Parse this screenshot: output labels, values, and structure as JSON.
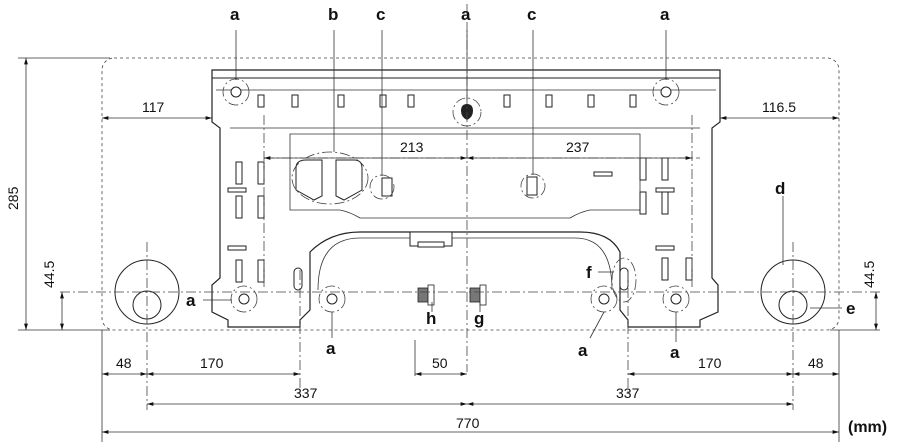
{
  "labels": {
    "a": "a",
    "b": "b",
    "c": "c",
    "d": "d",
    "e": "e",
    "f": "f",
    "g": "g",
    "h": "h"
  },
  "dimensions": {
    "height_total": "285",
    "height_hole_left": "44.5",
    "height_hole_right": "44.5",
    "left_margin": "117",
    "right_margin": "116.5",
    "center_left": "213",
    "center_right": "237",
    "edge_left": "48",
    "edge_right": "48",
    "hole_left": "170",
    "hole_right": "170",
    "pipe_spacing": "50",
    "half_left": "337",
    "half_right": "337",
    "total_width": "770"
  },
  "unit": "(mm)"
}
